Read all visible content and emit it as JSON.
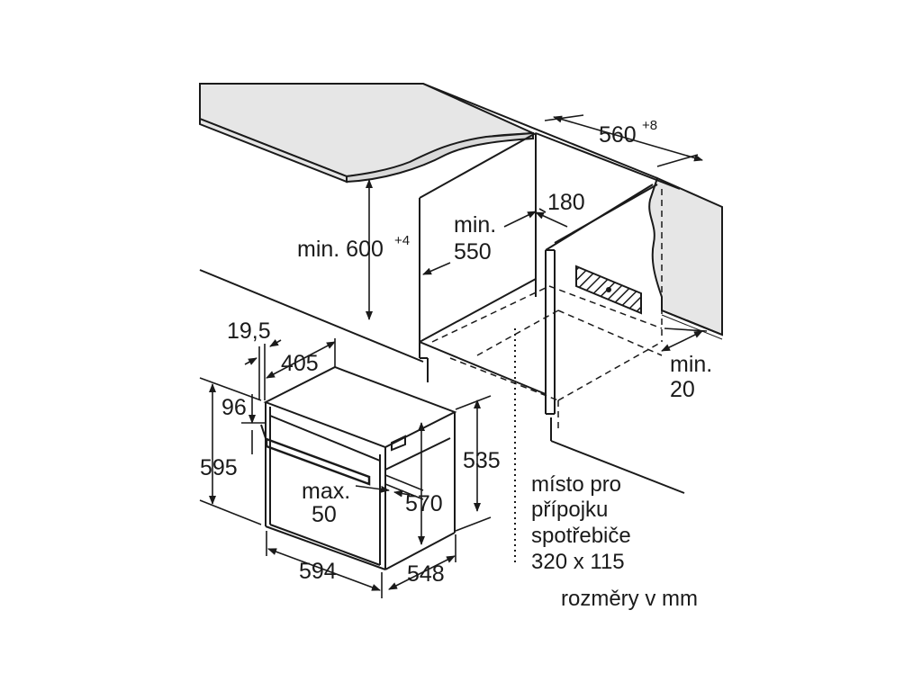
{
  "dimensions": {
    "niche_width": "560",
    "niche_width_tol": "+8",
    "niche_height_prefix": "min. 600",
    "niche_height_tol": "+4",
    "min_depth_line1": "min.",
    "min_depth_line2": "550",
    "rear_gap": "180",
    "bottom_gap_line1": "min.",
    "bottom_gap_line2": "20",
    "front_frame": "19,5",
    "door_offset": "405",
    "top_trim": "96",
    "front_height": "595",
    "body_height": "570",
    "body_depth_height": "535",
    "handle_line1": "max.",
    "handle_line2": "50",
    "front_width": "594",
    "body_depth": "548"
  },
  "notes": {
    "connection_line1": "místo pro",
    "connection_line2": "přípojku",
    "connection_line3": "spotřebiče",
    "connection_line4": "320 x 115",
    "units": "rozměry v mm"
  },
  "colors": {
    "line": "#1a1a1a",
    "worktop": "#e6e6e6",
    "hatch": "#1a1a1a"
  }
}
